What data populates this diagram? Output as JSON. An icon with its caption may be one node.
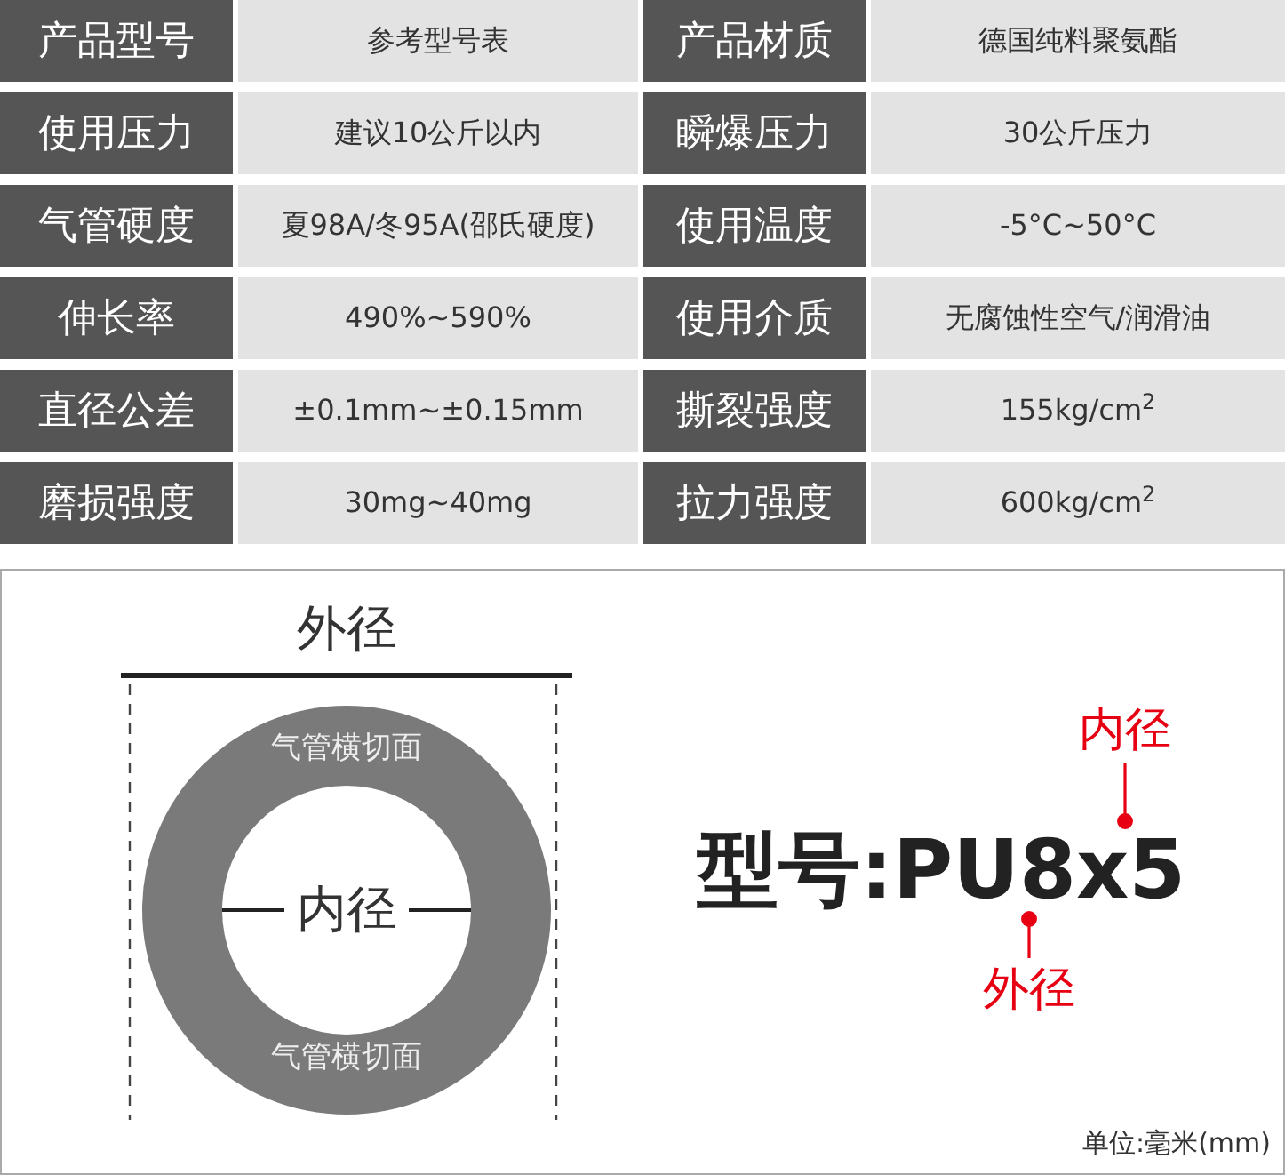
{
  "diagram": {
    "nodes": [
      {
        "text": [
          "气管横切面",
          "内径",
          "气管横切面"
        ]
      },
      {
        "text": [
          "内径"
        ]
      },
      {
        "text": [
          "外径"
        ]
      },
      {
        "text": [
          "型号:PU8x5"
        ]
      }
    ],
    "edges": [
      {
        "from": 1,
        "to": 3,
        "arrow": "other",
        "color": "#e60012"
      },
      {
        "from": 2,
        "to": 3,
        "arrow": "other",
        "color": "#e60012"
      }
    ],
    "labels": [
      "产品型号",
      "参考型号表",
      "产品材质",
      "德国纯料聚氨酯",
      "使用压力",
      "建议10公斤以内",
      "瞬爆压力",
      "30公斤压力",
      "气管硬度",
      "夏98A/冬95A(邵氏硬度)",
      "使用温度",
      "-5°C~50°C",
      "伸长率",
      "490%~590%",
      "使用介质",
      "无腐蚀性空气/润滑油",
      "直径公差",
      "±0.1mm~±0.15mm",
      "撕裂强度",
      "155kg/cm$^{2}$",
      "磨损强度",
      "30mg~40mg",
      "拉力强度",
      "600kg/cm$^{2}$",
      "外径",
      "单位:毫米(mm)"
    ]
  }
}
